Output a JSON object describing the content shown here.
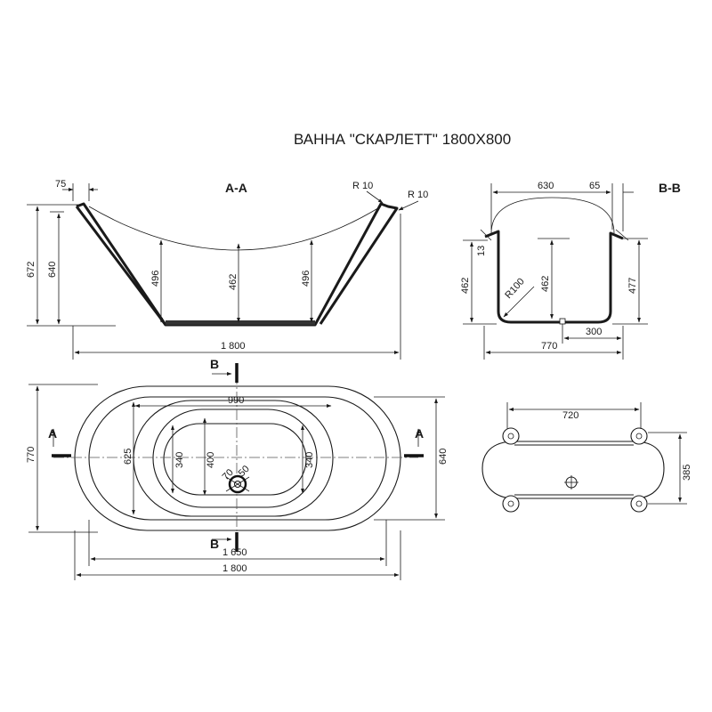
{
  "title": "ВАННА \"СКАРЛЕТТ\" 1800X800",
  "sections": {
    "aa": "A-A",
    "bb": "B-B",
    "a": "A",
    "b": "B"
  },
  "dimensions": {
    "aa_lip": "75",
    "aa_r1": "R 10",
    "aa_r2": "R 10",
    "aa_h_total": "672",
    "aa_h_640": "640",
    "aa_depth_side_left": "496",
    "aa_depth_center": "462",
    "aa_depth_side_right": "496",
    "aa_length": "1 800",
    "bb_top": "630",
    "bb_lip": "65",
    "bb_13": "13",
    "bb_h_left": "462",
    "bb_radius": "R100",
    "bb_h_inner": "462",
    "bb_h_right": "477",
    "bb_drain_offset": "300",
    "bb_width": "770",
    "plan_inner_len": "990",
    "plan_width": "770",
    "plan_625": "625",
    "plan_340_left": "340",
    "plan_400": "400",
    "plan_70": "70",
    "plan_50": "50",
    "plan_340_right": "340",
    "plan_640": "640",
    "plan_1650": "1 650",
    "plan_length": "1 800",
    "base_length": "720",
    "base_width": "385"
  }
}
